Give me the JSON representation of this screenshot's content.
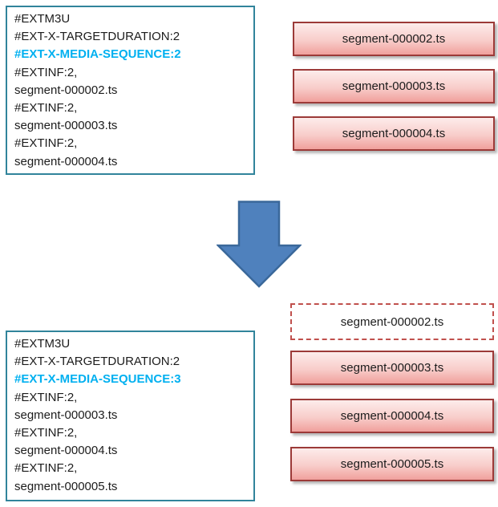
{
  "colors": {
    "playlist_border": "#31849b",
    "highlight": "#00b0f0",
    "segment_border": "#9c3a38",
    "segment_grad_top": "#fdeceb",
    "segment_grad_bottom": "#f0a09c",
    "removed_border": "#c0504d",
    "arrow_fill": "#4f81bd",
    "arrow_stroke": "#3a689a"
  },
  "before": {
    "playlist": {
      "lines": [
        {
          "text": "#EXTM3U"
        },
        {
          "text": "#EXT-X-TARGETDURATION:2"
        },
        {
          "text": "#EXT-X-MEDIA-SEQUENCE:2",
          "highlight": true
        },
        {
          "text": "#EXTINF:2,"
        },
        {
          "text": "segment-000002.ts"
        },
        {
          "text": "#EXTINF:2,"
        },
        {
          "text": "segment-000003.ts"
        },
        {
          "text": "#EXTINF:2,"
        },
        {
          "text": "segment-000004.ts"
        }
      ]
    },
    "segments": [
      {
        "label": "segment-000002.ts",
        "state": "active"
      },
      {
        "label": "segment-000003.ts",
        "state": "active"
      },
      {
        "label": "segment-000004.ts",
        "state": "active"
      }
    ]
  },
  "arrow": {
    "icon": "down-arrow"
  },
  "after": {
    "playlist": {
      "lines": [
        {
          "text": "#EXTM3U"
        },
        {
          "text": "#EXT-X-TARGETDURATION:2"
        },
        {
          "text": "#EXT-X-MEDIA-SEQUENCE:3",
          "highlight": true
        },
        {
          "text": "#EXTINF:2,"
        },
        {
          "text": "segment-000003.ts"
        },
        {
          "text": "#EXTINF:2,"
        },
        {
          "text": "segment-000004.ts"
        },
        {
          "text": "#EXTINF:2,"
        },
        {
          "text": "segment-000005.ts"
        }
      ]
    },
    "segments": [
      {
        "label": "segment-000002.ts",
        "state": "removed"
      },
      {
        "label": "segment-000003.ts",
        "state": "active"
      },
      {
        "label": "segment-000004.ts",
        "state": "active"
      },
      {
        "label": "segment-000005.ts",
        "state": "active"
      }
    ]
  }
}
